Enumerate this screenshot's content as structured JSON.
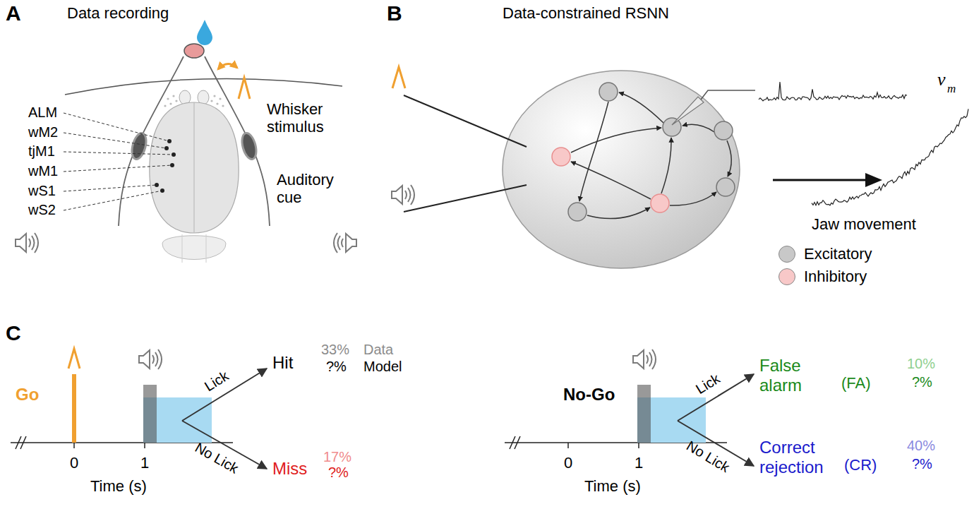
{
  "diagram": {
    "labels": [
      "A",
      "Data recording",
      "ALM",
      "wM2",
      "tjM1",
      "wM1",
      "wS1",
      "wS2",
      "Whisker stimulus",
      "Auditory cue",
      "B",
      "Data-constrained RSNN",
      "v",
      "m",
      "Jaw movement",
      "C",
      "Go",
      "0",
      "1",
      "Time (s)",
      "Lick",
      "No Lick",
      "Hit",
      "33%",
      "?%",
      "Data",
      "Model",
      "Miss",
      "17%",
      "?%",
      "No-Go",
      "0",
      "1",
      "Time (s)",
      "Lick",
      "No Lick",
      "False alarm",
      "(FA)",
      "10%",
      "?%",
      "Correct rejection",
      "(CR)",
      "40%",
      "?%"
    ],
    "legend": [
      {
        "text": "Excitatory",
        "color": "#c8c8c8"
      },
      {
        "text": "Inhibitory",
        "color": "#f8c8c8"
      }
    ]
  }
}
